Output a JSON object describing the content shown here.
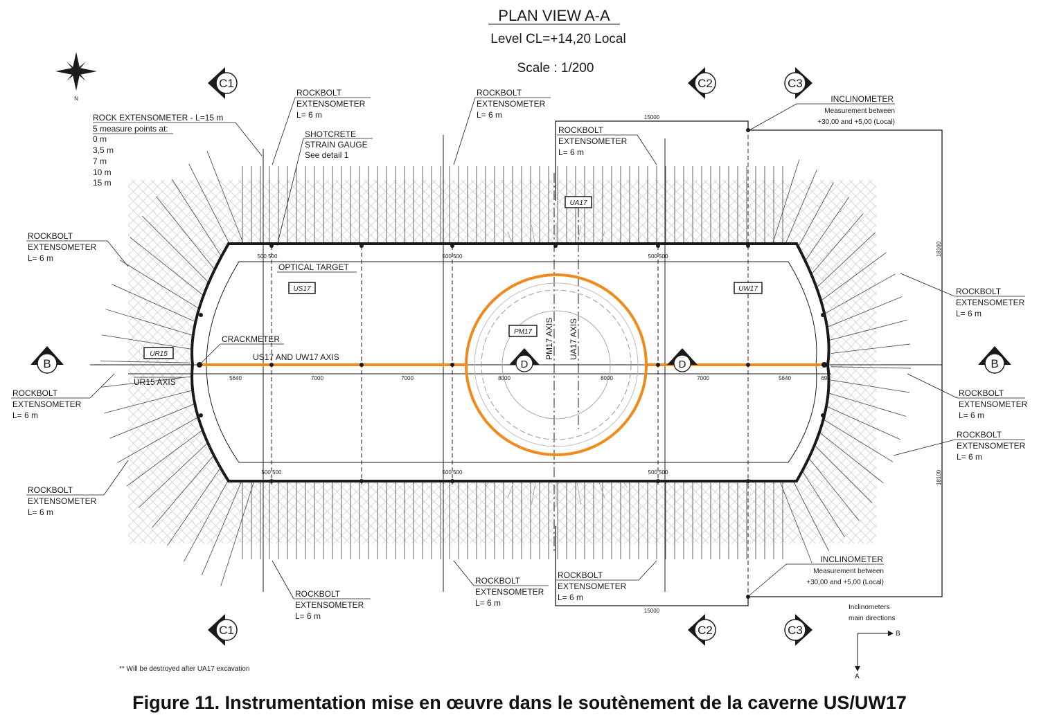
{
  "header": {
    "title": "PLAN VIEW A-A",
    "level": "Level CL=+14,20 Local",
    "scale": "Scale : 1/200"
  },
  "sections": {
    "c1": "C1",
    "c2": "C2",
    "c3": "C3",
    "b": "B",
    "d": "D"
  },
  "labels": {
    "rock_extensometer": {
      "title": "ROCK EXTENSOMETER - L=15 m",
      "subtitle": "5 measure points at:",
      "points": [
        "0 m",
        "3,5 m",
        "7 m",
        "10 m",
        "15 m"
      ]
    },
    "rockbolt_line1": "ROCKBOLT",
    "rockbolt_line2": "EXTENSOMETER",
    "rockbolt_line3": "L= 6 m",
    "shotcrete": [
      "SHOTCRETE",
      "STRAIN GAUGE",
      "See detail 1"
    ],
    "inclinometer": [
      "INCLINOMETER",
      "Measurement between",
      "+30,00 and +5,00 (Local)"
    ],
    "optical_target": "OPTICAL TARGET",
    "crackmeter": "CRACKMETER",
    "us17_uw17_axis": "US17 AND UW17 AXIS",
    "ur15_axis": "UR15 AXIS",
    "pm17_axis": "PM17 AXIS",
    "ua17_axis": "UA17 AXIS",
    "inclinometers_dirs": [
      "Inclinometers",
      "main directions"
    ],
    "dir_b": "B",
    "dir_a": "A",
    "footnote": "** Will be destroyed after UA17 excavation"
  },
  "tags": {
    "ua17": "UA17",
    "us17": "US17",
    "uw17": "UW17",
    "pm17": "PM17",
    "ur15": "UR15"
  },
  "dimensions": {
    "d15000": "15000",
    "d18100": "18100",
    "d500_500": "500 500",
    "d5640": "5640",
    "d7000": "7000",
    "d8000": "8000",
    "d690": "690"
  },
  "caption": "Figure 11. Instrumentation mise en œuvre dans le soutènement de la caverne US/UW17",
  "colors": {
    "highlight": "#f08a1c",
    "line": "#1a1a1a",
    "hatch": "#c8c8c8"
  }
}
